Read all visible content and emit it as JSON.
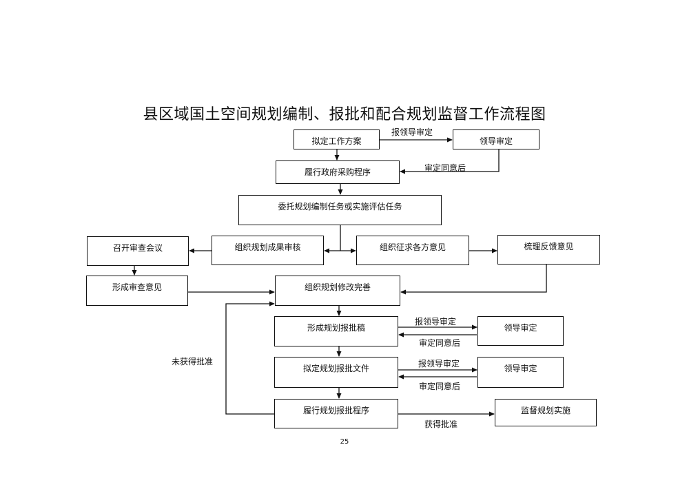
{
  "title": "县区域国土空间规划编制、报批和配合规划监督工作流程图",
  "page_number": "25",
  "nodes": {
    "draft_plan": "拟定工作方案",
    "leader_review_1": "领导审定",
    "procurement": "履行政府采购程序",
    "entrust": "委托规划编制任务或实施评估任务",
    "organize_review": "组织规划成果审核",
    "hold_meeting": "召开审查会议",
    "solicit_opinions": "组织征求各方意见",
    "sort_feedback": "梳理反馈意见",
    "form_review_opinion": "形成审查意见",
    "organize_revision": "组织规划修改完善",
    "form_draft": "形成规划报批稿",
    "leader_review_2": "领导审定",
    "draft_documents": "拟定规划报批文件",
    "leader_review_3": "领导审定",
    "approval_procedure": "履行规划报批程序",
    "supervise": "监督规划实施"
  },
  "edge_labels": {
    "report_1": "报领导审定",
    "approved_1": "审定同意后",
    "report_2": "报领导审定",
    "approved_2": "审定同意后",
    "report_3": "报领导审定",
    "approved_3": "审定同意后",
    "not_approved": "未获得批准",
    "approved_final": "获得批准"
  }
}
